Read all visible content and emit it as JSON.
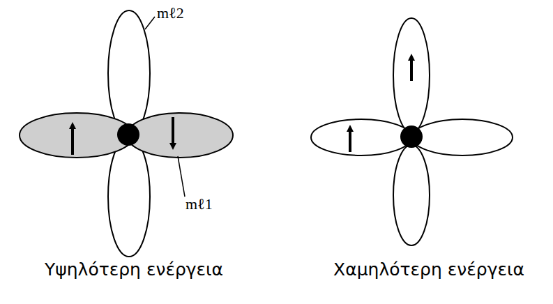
{
  "diagram": {
    "labels": [
      "mℓ2",
      "mℓ1",
      "Υψηλότερη ενέργεια",
      "Χαμηλότερη ενέργεια"
    ]
  }
}
